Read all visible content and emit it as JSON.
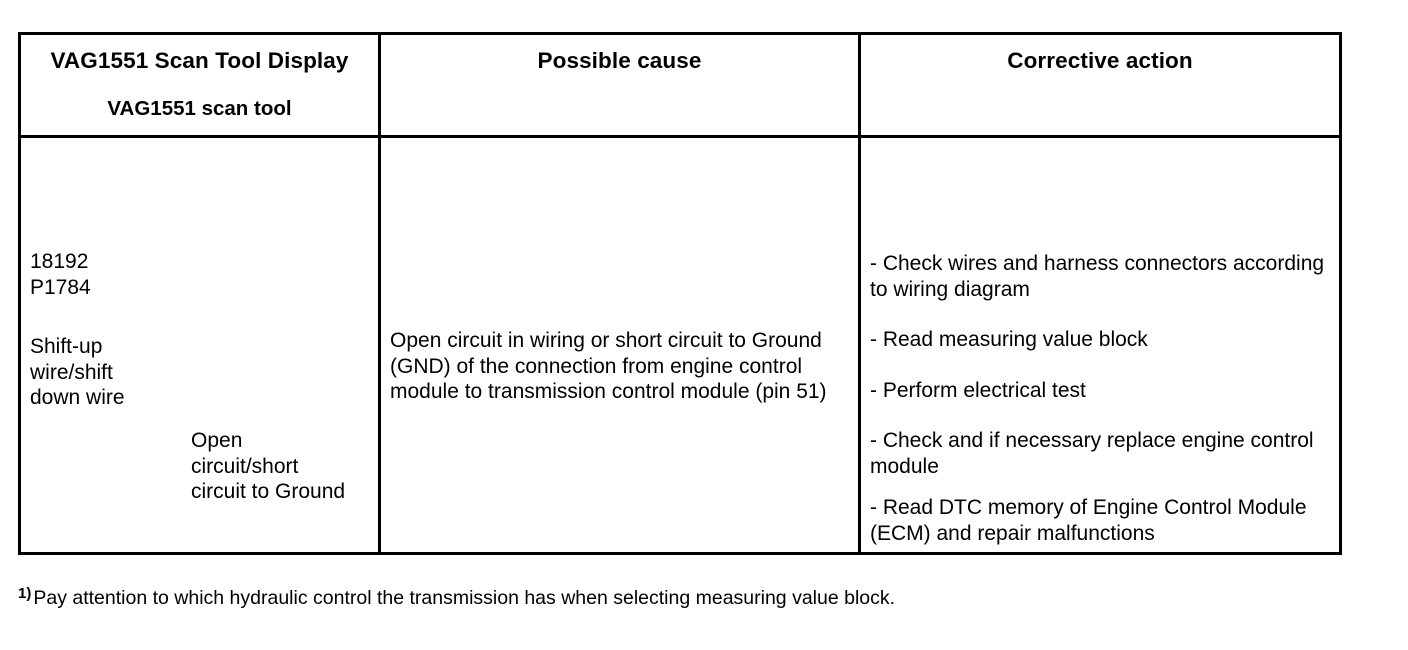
{
  "document": {
    "type": "dtc-troubleshooting-table",
    "table": {
      "headers": [
        {
          "title": "VAG1551 Scan Tool Display",
          "subtitle": "VAG1551 scan tool"
        },
        {
          "title": "Possible cause",
          "subtitle": ""
        },
        {
          "title": "Corrective action",
          "subtitle": ""
        }
      ],
      "rows": [
        {
          "display": {
            "codes": "18192\nP1784",
            "component": "Shift-up\nwire/shift\ndown wire",
            "fault": "Open\ncircuit/short\ncircuit to Ground"
          },
          "possible_cause": "Open circuit in wiring or short circuit to Ground (GND) of the connection from engine control module to transmission control module (pin 51)",
          "corrective_actions": [
            "- Check wires and harness connectors according to wiring diagram",
            "- Read measuring value block",
            "- Perform electrical test",
            "- Check and if necessary replace engine control module",
            "- Read DTC memory of Engine Control Module (ECM) and repair malfunctions"
          ]
        }
      ]
    },
    "footnote": {
      "marker": "1)",
      "text": "Pay attention to which hydraulic control the transmission has when selecting measuring value block."
    },
    "colors": {
      "text": "#000000",
      "background": "#ffffff",
      "border": "#000000"
    }
  }
}
